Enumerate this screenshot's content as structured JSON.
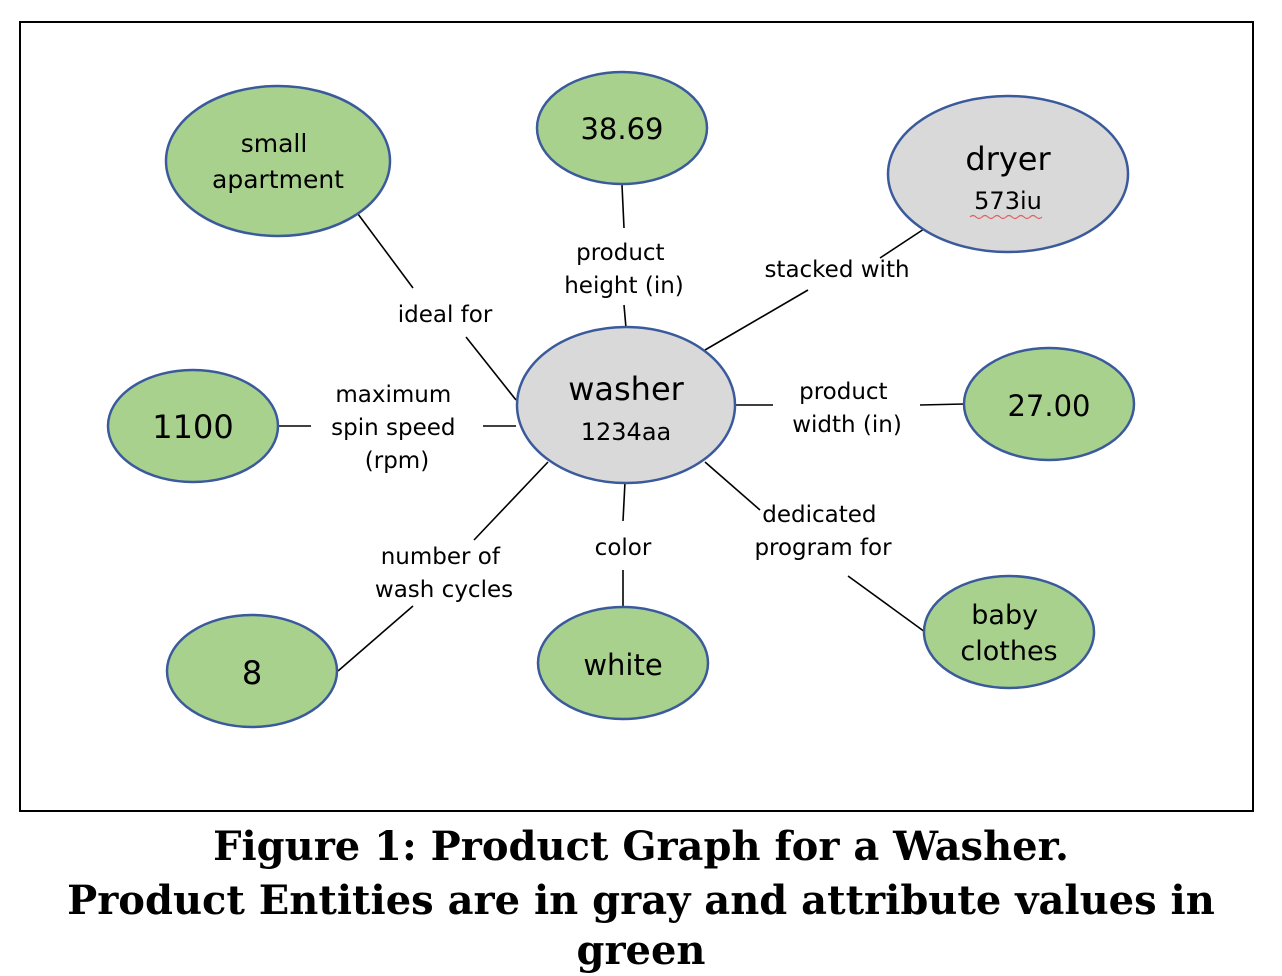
{
  "nodes": {
    "washer": {
      "kind": "entity",
      "name": "washer",
      "id": "1234aa"
    },
    "dryer": {
      "kind": "entity",
      "name": "dryer",
      "id": "573iu"
    },
    "apartment": {
      "kind": "value",
      "lines": [
        "small",
        "apartment"
      ]
    },
    "height": {
      "kind": "value",
      "lines": [
        "38.69"
      ]
    },
    "width": {
      "kind": "value",
      "lines": [
        "27.00"
      ]
    },
    "spin": {
      "kind": "value",
      "lines": [
        "1100"
      ]
    },
    "cycles": {
      "kind": "value",
      "lines": [
        "8"
      ]
    },
    "color": {
      "kind": "value",
      "lines": [
        "white"
      ]
    },
    "baby": {
      "kind": "value",
      "lines": [
        "baby",
        "clothes"
      ]
    }
  },
  "edges": {
    "ideal_for": {
      "lines": [
        "ideal for"
      ]
    },
    "height": {
      "lines": [
        "product",
        "height (in)"
      ]
    },
    "stacked_with": {
      "lines": [
        "stacked with"
      ]
    },
    "width": {
      "lines": [
        "product",
        "width (in)"
      ]
    },
    "spin": {
      "lines": [
        "maximum",
        "spin speed",
        "(rpm)"
      ]
    },
    "cycles": {
      "lines": [
        "number of",
        "wash cycles"
      ]
    },
    "color": {
      "lines": [
        "color"
      ]
    },
    "dedicated": {
      "lines": [
        "dedicated",
        "program for"
      ]
    }
  },
  "caption": {
    "line1": "Figure 1: Product Graph for a Washer.",
    "line2": "Product Entities are in gray and attribute values in green"
  },
  "colors": {
    "entity_fill": "#d9d9d9",
    "value_fill": "#a9d18e",
    "node_stroke": "#3a5a9c"
  }
}
